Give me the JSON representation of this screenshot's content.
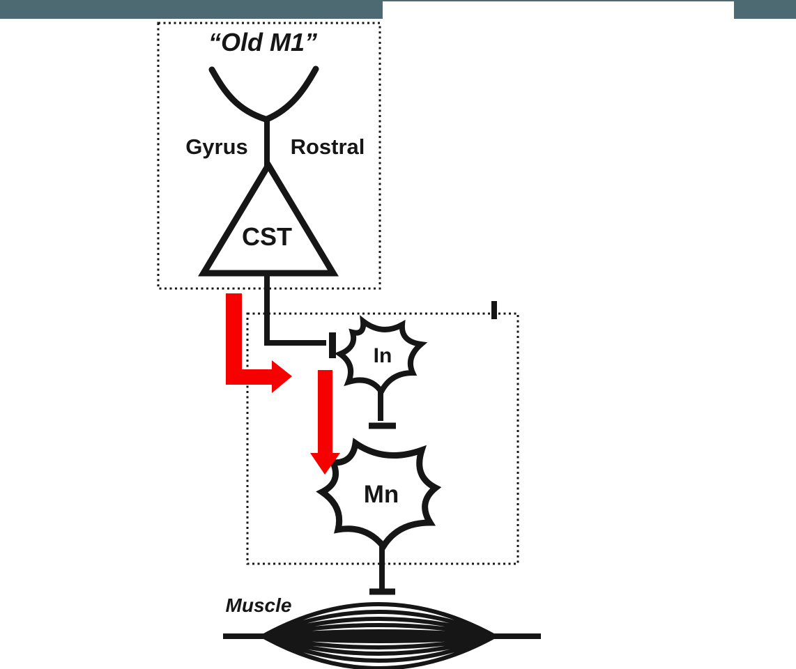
{
  "window": {
    "topbar_color": "#4d6972"
  },
  "diagram": {
    "cortex": {
      "title": "“Old M1”",
      "gyrus_label": "Gyrus",
      "rostral_label": "Rostral",
      "cst_label": "CST"
    },
    "spinal": {
      "interneuron_label": "In",
      "motoneuron_label": "Mn"
    },
    "muscle": {
      "label": "Muscle"
    },
    "colors": {
      "ink": "#161616",
      "arrow_red": "#f60000",
      "topbar": "#4d6972"
    }
  }
}
